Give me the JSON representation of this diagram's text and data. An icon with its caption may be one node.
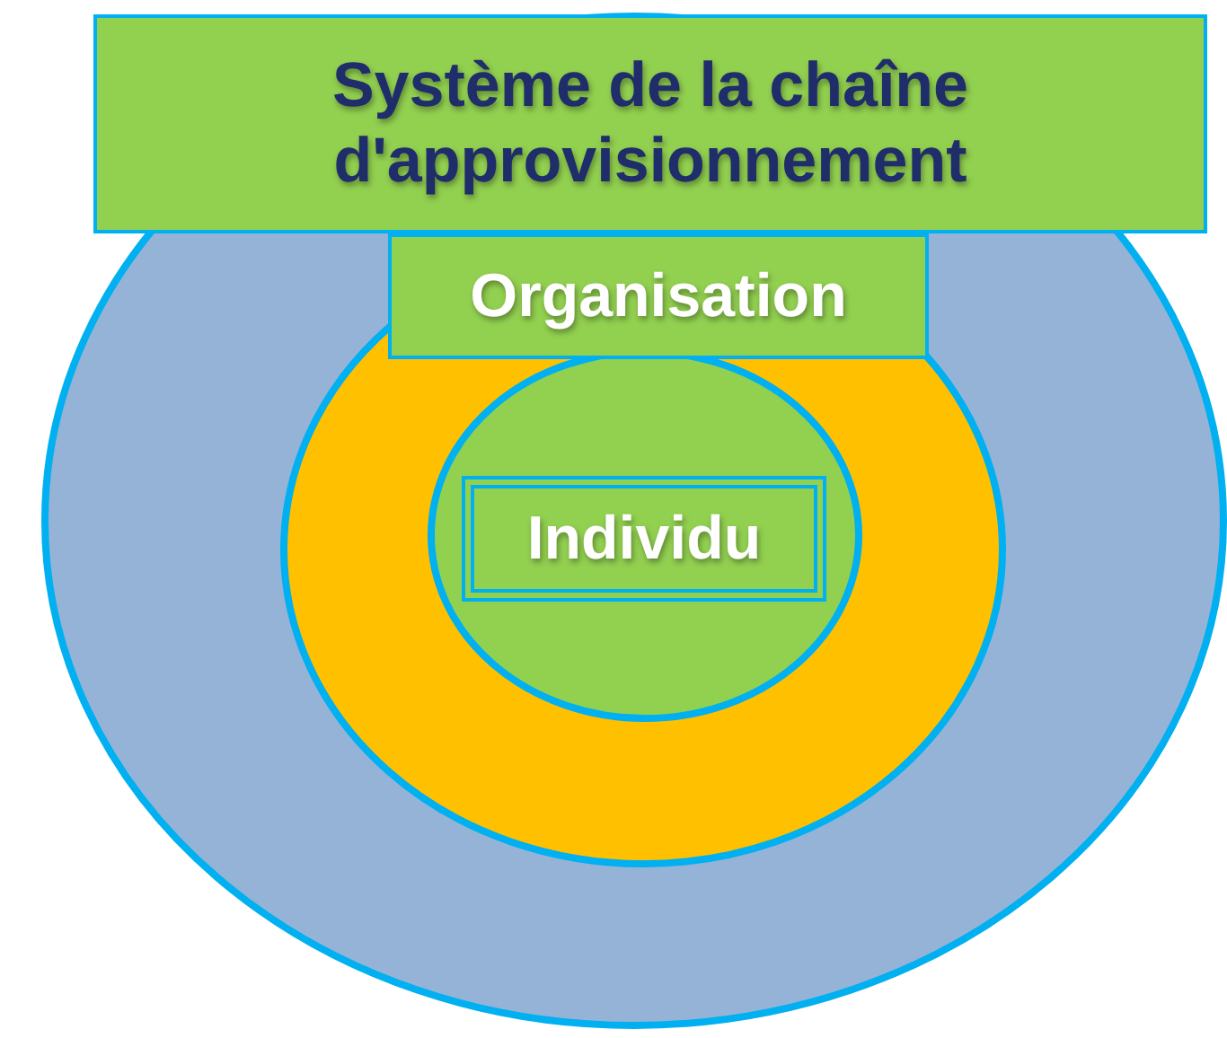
{
  "diagram": {
    "nodes": [
      {
        "text": [
          "Système de la chaîne d'approvisionnement"
        ]
      },
      {
        "text": [
          "Organisation"
        ],
        "in": 0
      },
      {
        "text": [
          "Individu"
        ],
        "in": 1
      }
    ]
  }
}
